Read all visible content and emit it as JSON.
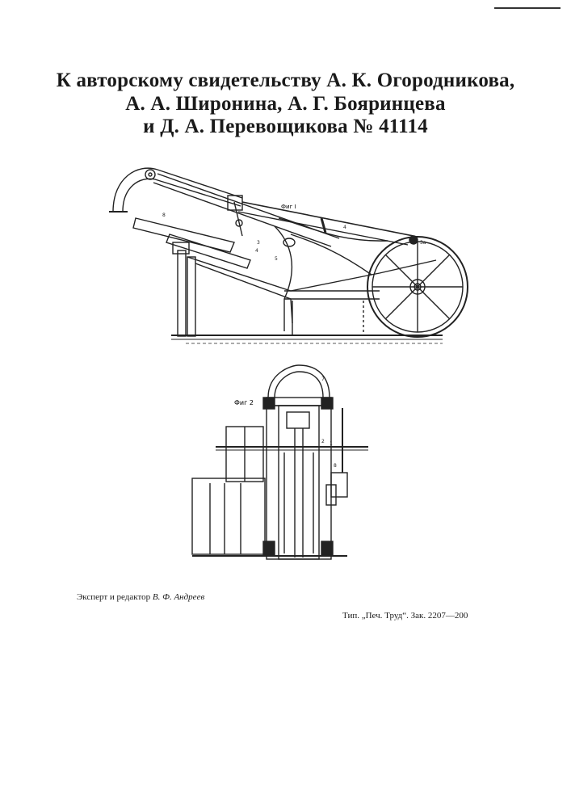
{
  "header": {
    "line1": "К авторскому свидетельству А. К. Огородникова,",
    "line2": "А. А. Широнина, А. Г. Бояринцева",
    "line3": "и Д. А. Перевощикова № 41114"
  },
  "figures": {
    "fig1_label": "Фиг I",
    "fig2_label": "Фиг 2"
  },
  "footer": {
    "expert_prefix": "Эксперт и редактор",
    "expert_name": "В. Ф. Андреев",
    "print_info": "Тип. „Печ. Труд“. Зак. 2207—200"
  }
}
